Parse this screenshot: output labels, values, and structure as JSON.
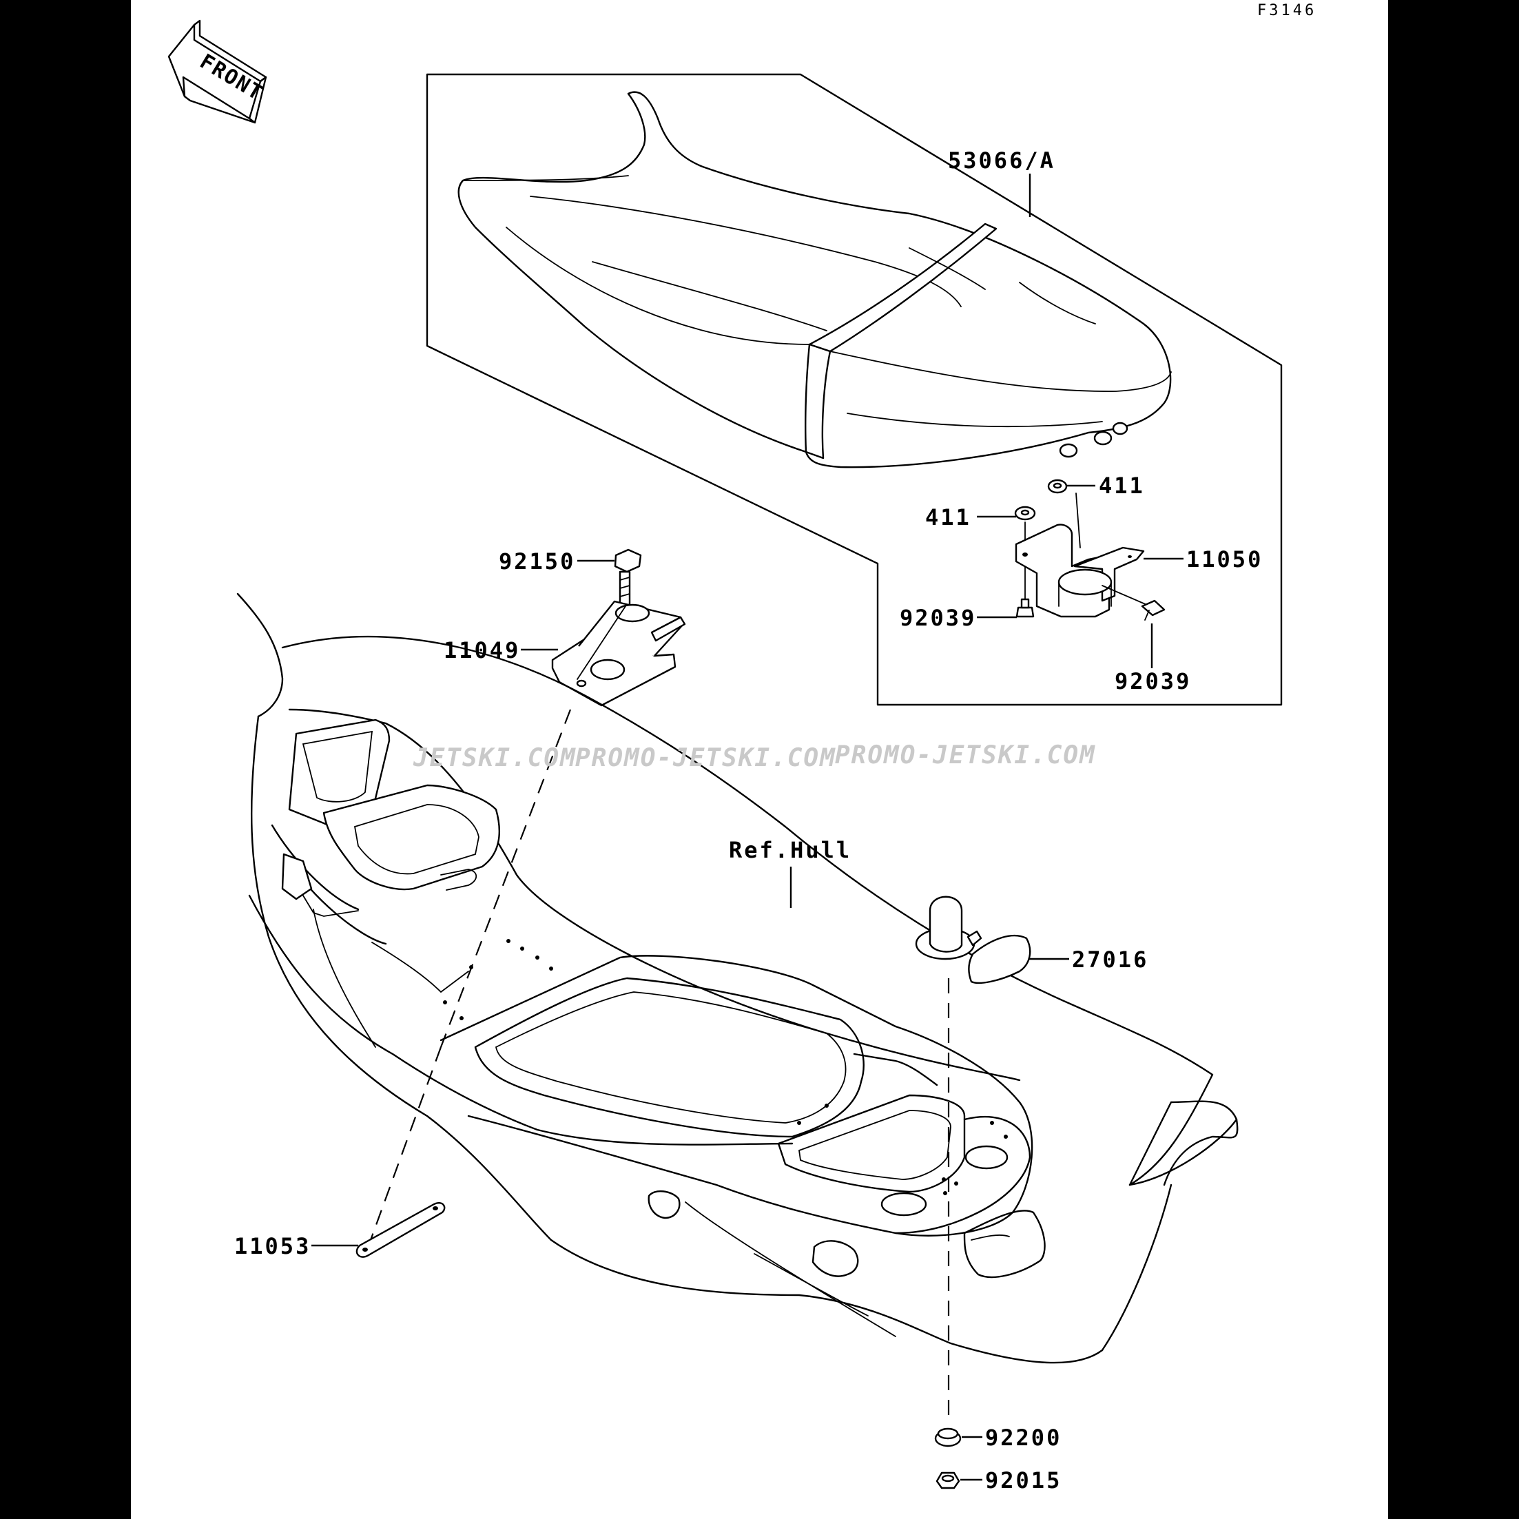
{
  "figure_code": "F3146",
  "front_label": "FRONT",
  "watermarks": [
    "JETSKI.COM",
    "PROMO-JETSKI.COM",
    "PROMO-JETSKI.COM"
  ],
  "callouts": {
    "seat": "53066/A",
    "washer_upper": "411",
    "washer_lower": "411",
    "latch_bracket": "11050",
    "rivet_left": "92039",
    "rivet_right": "92039",
    "bolt": "92150",
    "hull_bracket": "11049",
    "hull_ref": "Ref.Hull",
    "drain_cap": "27016",
    "strap": "11053",
    "grommet": "92200",
    "nut": "92015"
  },
  "colors": {
    "paper": "#ffffff",
    "border": "#000000",
    "ink": "#000000",
    "watermark": "#c9c9c9"
  }
}
